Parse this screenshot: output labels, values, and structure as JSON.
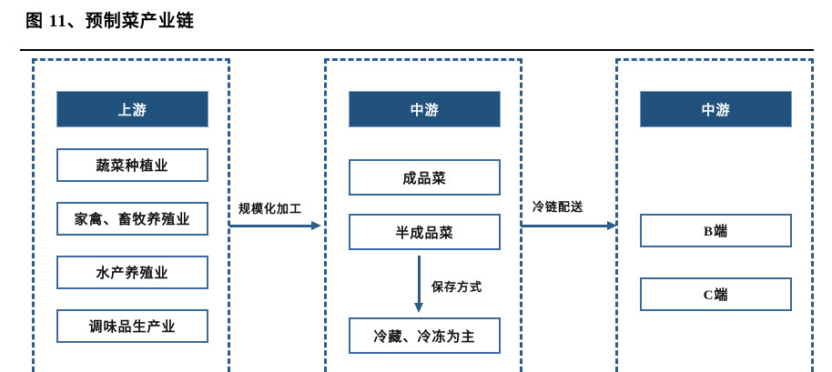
{
  "figure": {
    "title": "图 11、预制菜产业链"
  },
  "colors": {
    "header_fill": "#21517D",
    "box_border": "#3A6A9B",
    "dashed_border": "#2E5C8A",
    "arrow": "#2E5C8A",
    "rule": "#000000"
  },
  "stages": [
    {
      "id": "upstream",
      "header": "上游",
      "items": [
        "蔬菜种植业",
        "家禽、畜牧养殖业",
        "水产养殖业",
        "调味品生产业"
      ]
    },
    {
      "id": "midstream",
      "header": "中游",
      "items": [
        "成品菜",
        "半成品菜",
        "冷藏、冷冻为主"
      ]
    },
    {
      "id": "downstream",
      "header": "中游",
      "items": [
        "B端",
        "C端"
      ]
    }
  ],
  "connectors": [
    {
      "id": "upstream-to-midstream",
      "label": "规模化加工",
      "direction": "right"
    },
    {
      "id": "midstream-to-downstream",
      "label": "冷链配送",
      "direction": "right"
    },
    {
      "id": "semifinished-to-storage",
      "label": "保存方式",
      "direction": "down"
    }
  ]
}
